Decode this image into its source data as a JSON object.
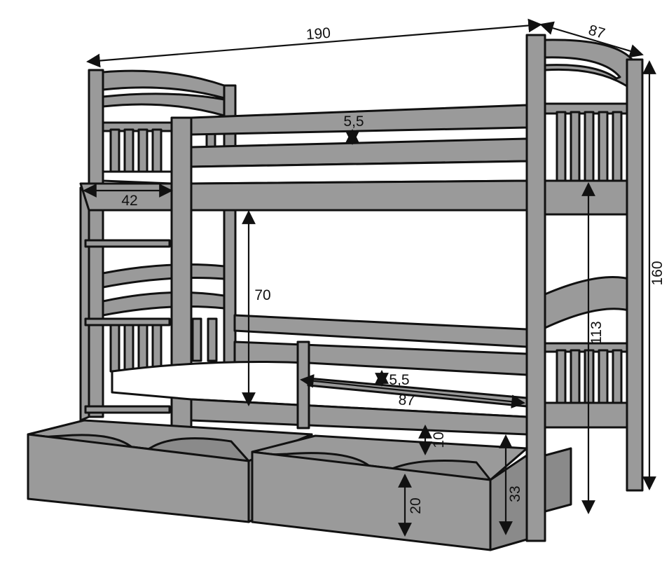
{
  "colors": {
    "wood": "#9a9a9a",
    "wood_dark": "#8a8a8a",
    "outline": "#111111",
    "mattress": "#ffffff",
    "background": "#ffffff"
  },
  "dimensions": {
    "length": "190",
    "depth": "87",
    "height": "160",
    "ladder_width": "42",
    "rail_height_top": "5,5",
    "rail_height_bottom": "5,5",
    "clearance": "70",
    "lower_bed_height": "113",
    "lower_rail_length": "87",
    "under_bed_gap": "10",
    "drawer_height": "20",
    "drawer_clearance": "33"
  }
}
